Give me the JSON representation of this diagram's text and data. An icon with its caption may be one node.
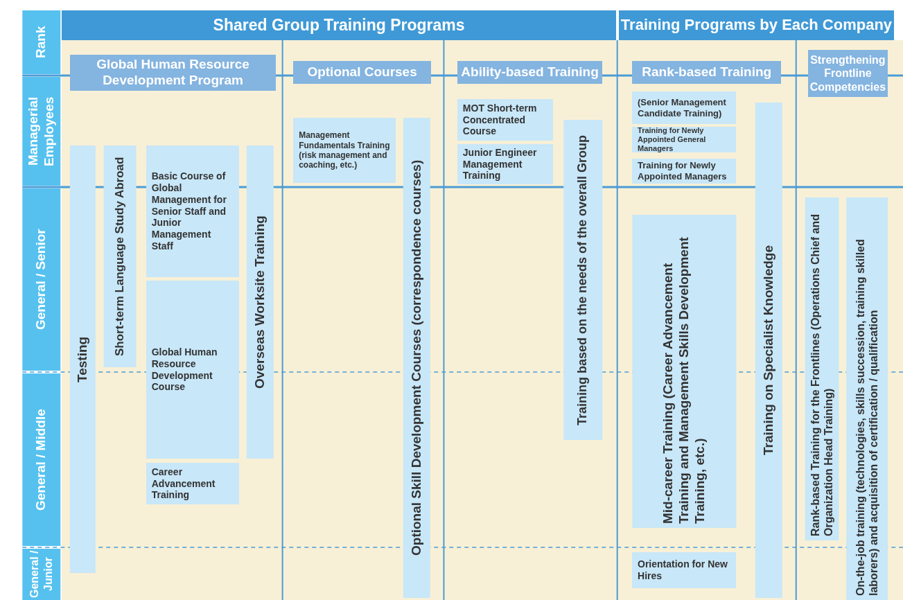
{
  "diagram": {
    "nodes": [
      {
        "text": [
          "Rank"
        ]
      },
      {
        "text": [
          "Shared Group Training Programs"
        ]
      },
      {
        "text": [
          "Training Programs by Each Company"
        ]
      },
      {
        "text": [
          "Global Human Resource Development Program"
        ]
      },
      {
        "text": [
          "Optional Courses"
        ]
      },
      {
        "text": [
          "Ability-based Training"
        ]
      },
      {
        "text": [
          "Rank-based Training"
        ]
      },
      {
        "text": [
          "Strengthening Frontline Competencies"
        ]
      },
      {
        "text": [
          "Managerial Employees"
        ]
      },
      {
        "text": [
          "MOT Short-term Concentrated Course"
        ]
      },
      {
        "text": [
          "(Senior Management Candidate Training)"
        ]
      },
      {
        "text": [
          "Management Fundamentals Training (risk management and coaching, etc.)"
        ]
      },
      {
        "text": [
          "Training for Newly Appointed General Managers"
        ]
      },
      {
        "text": [
          "Junior Engineer Management Training"
        ]
      },
      {
        "text": [
          "Training for Newly Appointed Managers"
        ]
      },
      {
        "text": [
          "Testing"
        ]
      },
      {
        "text": [
          "Short-term Language Study Abroad"
        ]
      },
      {
        "text": [
          "Basic Course of Global Management for Senior Staff and Junior Management Staff"
        ]
      },
      {
        "text": [
          "Overseas Worksite Training"
        ]
      },
      {
        "text": [
          "Optional Skill Development Courses (correspondence courses)"
        ]
      },
      {
        "text": [
          "Training based on the needs of the overall Group"
        ]
      },
      {
        "text": [
          "Training on Specialist Knowledge"
        ]
      },
      {
        "text": [
          "General / Senior"
        ]
      },
      {
        "text": [
          "Global Human Resource Development Course"
        ]
      },
      {
        "text": [
          "Mid-career Training (Career Advancement Training and Management Skills Development Training, etc.)"
        ]
      },
      {
        "text": [
          "Rank-based Training for the Frontlines (Operations Chief and Organization Head Training)"
        ]
      },
      {
        "text": [
          "On-the-job training (technologies, skills succession, training skilled laborers) and acquisition of certification / qualification"
        ]
      },
      {
        "text": [
          "General / Middle"
        ]
      },
      {
        "text": [
          "Career Advancement Training"
        ]
      },
      {
        "text": [
          "General / Junior"
        ]
      },
      {
        "text": [
          "Orientation for New Hires"
        ]
      }
    ]
  }
}
